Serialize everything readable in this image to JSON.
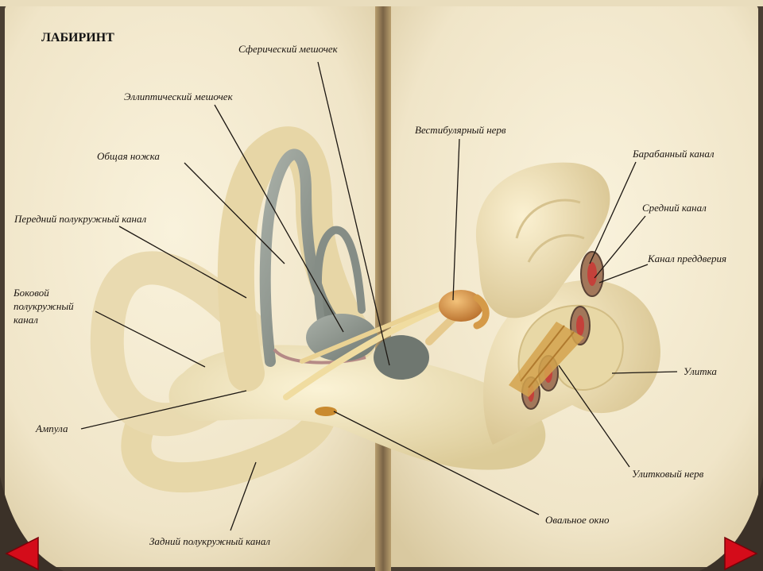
{
  "title": "ЛАБИРИНТ",
  "labels": {
    "spherical_sac": "Сферический мешочек",
    "elliptical_sac": "Эллиптический мешочек",
    "common_crus": "Общая ножка",
    "anterior_canal": "Передний полукружный канал",
    "lateral_canal": [
      "Боковой",
      "полукружный",
      "канал"
    ],
    "ampulla": "Ампула",
    "posterior_canal": "Задний полукружный канал",
    "vestibular_nerve": "Вестибулярный нерв",
    "tympanic_canal": "Барабанный канал",
    "middle_canal": "Средний канал",
    "vestibular_canal": "Канал преддверия",
    "cochlea": "Улитка",
    "cochlear_nerve": "Улитковый нерв",
    "oval_window": "Овальное окно"
  },
  "colors": {
    "page": "#f2e8cf",
    "bone": "#ecdfb6",
    "membrane": "#8e9690",
    "nerve": "#d89a4a",
    "nav_arrow": "#d40c1a"
  },
  "nav": {
    "prev_icon": "arrow-left-icon",
    "next_icon": "arrow-right-icon"
  }
}
